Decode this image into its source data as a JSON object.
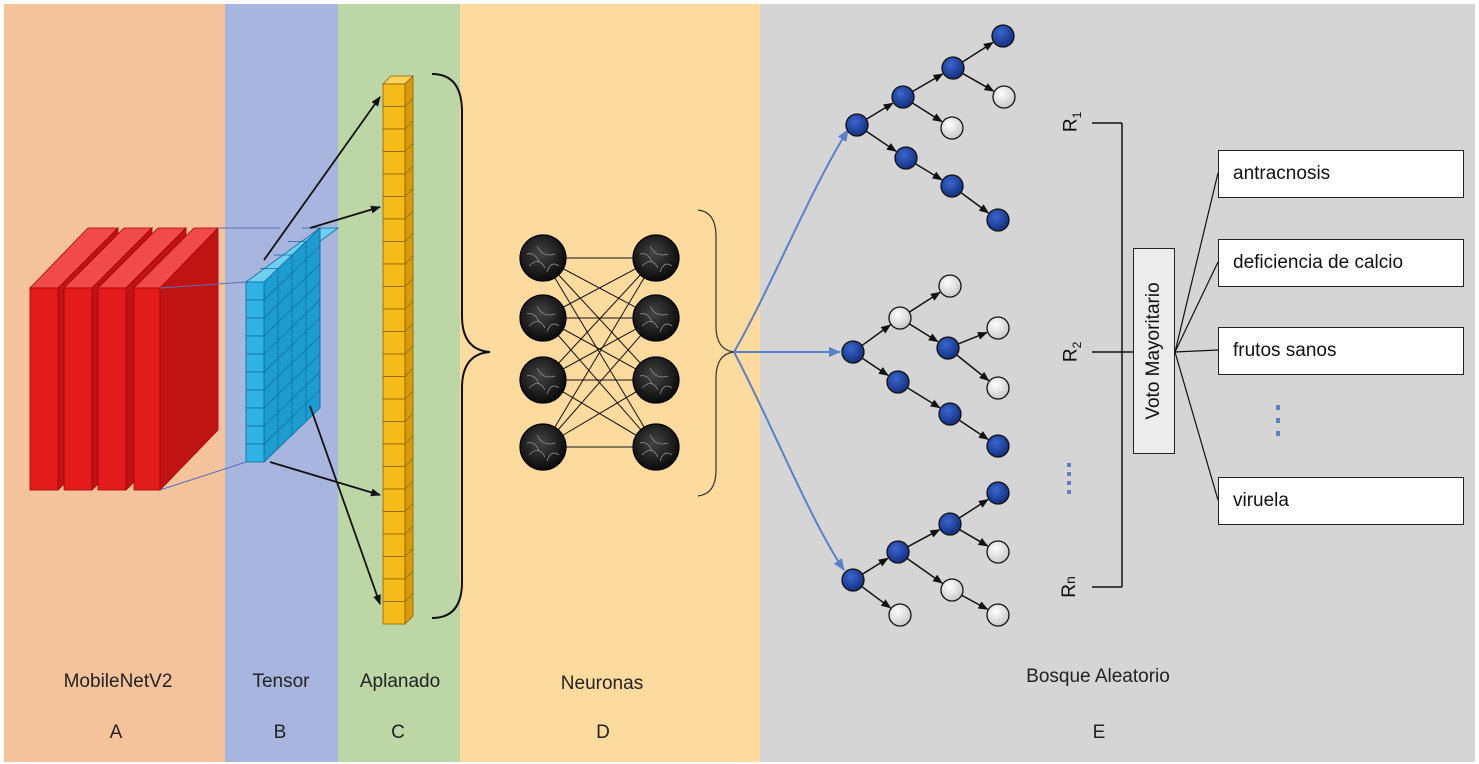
{
  "colors": {
    "panel_a": "#f5c39b",
    "panel_b": "#a8b5de",
    "panel_c": "#bcd7a5",
    "panel_d": "#fddb9e",
    "panel_e": "#d5d5d5",
    "cnn_red": "#e31b1b",
    "tensor_blue": "#2fb3e6",
    "flat_yellow": "#f6bb18",
    "node_blue": "#2244a8",
    "arrow_blue": "#5b80c7"
  },
  "panels": [
    {
      "label": "MobileNetV2",
      "letter": "A"
    },
    {
      "label": "Tensor",
      "letter": "B"
    },
    {
      "label": "Aplanado",
      "letter": "C"
    },
    {
      "label": "Neuronas",
      "letter": "D"
    },
    {
      "label": "Bosque Aleatorio",
      "letter": "E"
    }
  ],
  "trees": [
    {
      "label_main": "R",
      "label_sub": "1"
    },
    {
      "label_main": "R",
      "label_sub": "2"
    },
    {
      "label_main": "R",
      "label_sub": "n"
    }
  ],
  "vote": {
    "label": "Voto Mayoritario"
  },
  "classes": [
    {
      "label": "antracnosis"
    },
    {
      "label": "deficiencia de calcio"
    },
    {
      "label": "frutos sanos"
    },
    {
      "label": "viruela"
    }
  ],
  "icons": {
    "ellipsis": "vertical-dots-icon",
    "neuron": "neuron-icon"
  }
}
